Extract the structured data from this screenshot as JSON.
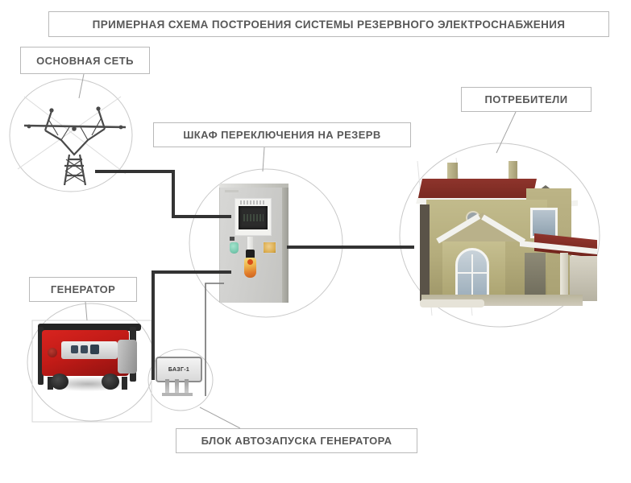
{
  "diagram": {
    "title": "ПРИМЕРНАЯ СХЕМА ПОСТРОЕНИЯ СИСТЕМЫ РЕЗЕРВНОГО ЭЛЕКТРОСНАБЖЕНИЯ",
    "background_color": "#ffffff",
    "label_border_color": "#b9b9b9",
    "label_text_color": "#585858",
    "wire_color": "#333333",
    "leader_color": "#9a9a9a",
    "circle_color": "#c8c8c8"
  },
  "labels": {
    "main_grid": "ОСНОВНАЯ СЕТЬ",
    "switch_cabinet": "ШКАФ ПЕРЕКЛЮЧЕНИЯ НА РЕЗЕРВ",
    "consumers": "ПОТРЕБИТЕЛИ",
    "generator": "ГЕНЕРАТОР",
    "autostart_block": "БЛОК АВТОЗАПУСКА ГЕНЕРАТОРА"
  },
  "nodes": {
    "tower": {
      "icon": "power-transmission-tower-icon",
      "description": "Опора линии электропередачи"
    },
    "cabinet": {
      "icon": "electrical-switch-cabinet-icon",
      "description": "Шкаф переключения на резерв",
      "body_color": "#cfcfcd",
      "screen_color": "#2b2b2b",
      "indicator_green": "#63c4a5",
      "indicator_amber": "#d8a948",
      "knob_color": "#e07a2a"
    },
    "generator": {
      "icon": "portable-generator-icon",
      "description": "Бензиновый генератор",
      "body_color": "#c21b17",
      "frame_color": "#232323"
    },
    "autostart": {
      "icon": "autostart-controller-icon",
      "device_label": "БАЗГ-1",
      "description": "Блок автозапуска генератора"
    },
    "house": {
      "icon": "house-icon",
      "description": "Жилой дом — потребители",
      "roof_color": "#8e342c",
      "wall_color": "#b4ac7c"
    }
  },
  "connections": [
    {
      "name": "tower-to-cabinet",
      "from": "tower",
      "to": "cabinet",
      "style": "thick"
    },
    {
      "name": "cabinet-to-house",
      "from": "cabinet",
      "to": "house",
      "style": "thick"
    },
    {
      "name": "generator-to-cabinet",
      "from": "generator",
      "to": "cabinet",
      "style": "thick"
    },
    {
      "name": "autostart-to-cabinet",
      "from": "autostart",
      "to": "cabinet",
      "style": "thin"
    }
  ]
}
